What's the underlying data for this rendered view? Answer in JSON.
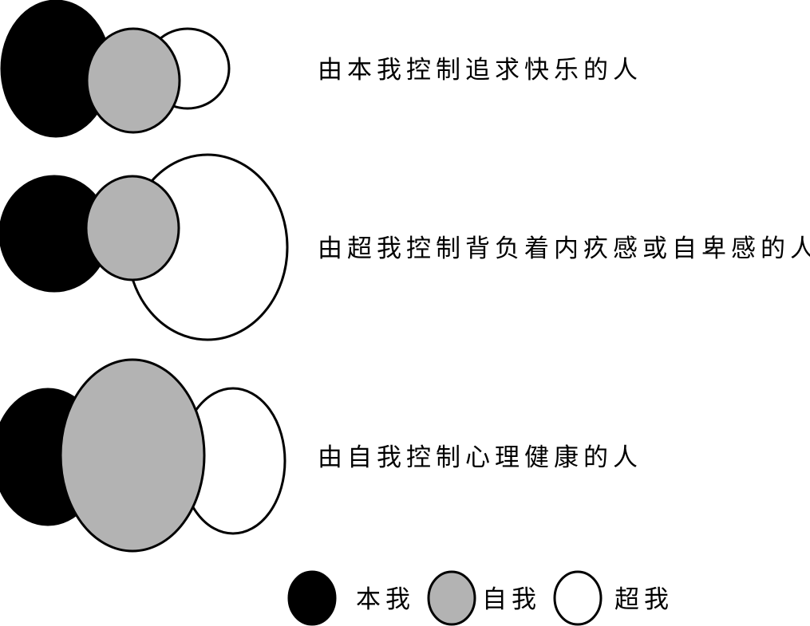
{
  "colors": {
    "id": "#000000",
    "ego": "#b3b3b3",
    "superego": "#ffffff",
    "stroke": "#000000"
  },
  "rows": [
    {
      "label": "由本我控制追求快乐的人"
    },
    {
      "label": "由超我控制背负着内疚感或自卑感的人"
    },
    {
      "label": "由自我控制心理健康的人"
    }
  ],
  "legend": [
    {
      "label": "本我",
      "color_key": "id"
    },
    {
      "label": "自我",
      "color_key": "ego"
    },
    {
      "label": "超我",
      "color_key": "superego"
    }
  ]
}
